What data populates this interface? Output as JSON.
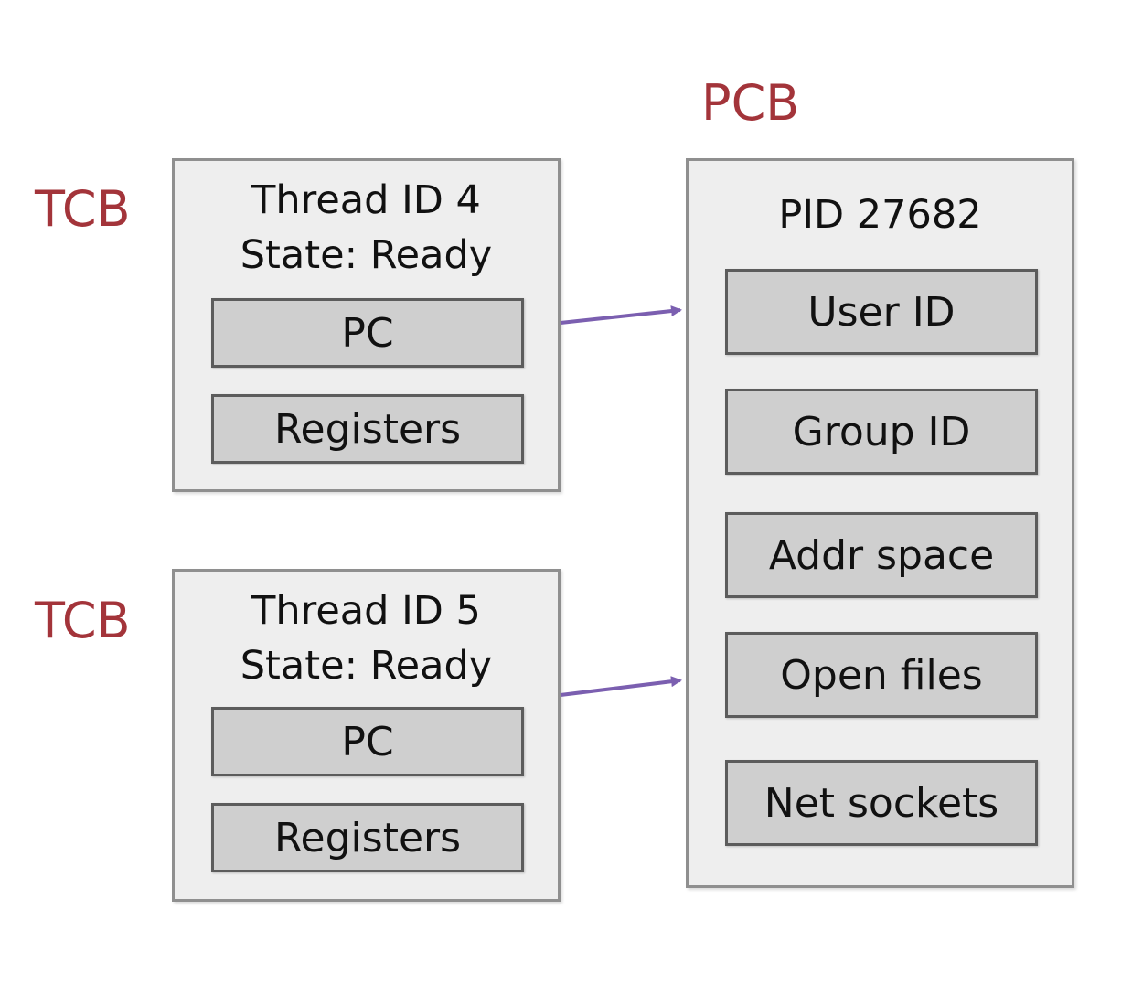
{
  "pcb": {
    "label": "PCB",
    "title": "PID 27682",
    "fields": [
      "User ID",
      "Group ID",
      "Addr space",
      "Open files",
      "Net sockets"
    ]
  },
  "tcbs": [
    {
      "label": "TCB",
      "thread": "Thread ID 4",
      "state": "State: Ready",
      "fields": [
        "PC",
        "Registers"
      ]
    },
    {
      "label": "TCB",
      "thread": "Thread ID 5",
      "state": "State: Ready",
      "fields": [
        "PC",
        "Registers"
      ]
    }
  ],
  "colors": {
    "label": "#a3343a",
    "arrow": "#7b5fb0",
    "box_fill": "#eeeeee",
    "field_fill": "#cfcfcf"
  }
}
